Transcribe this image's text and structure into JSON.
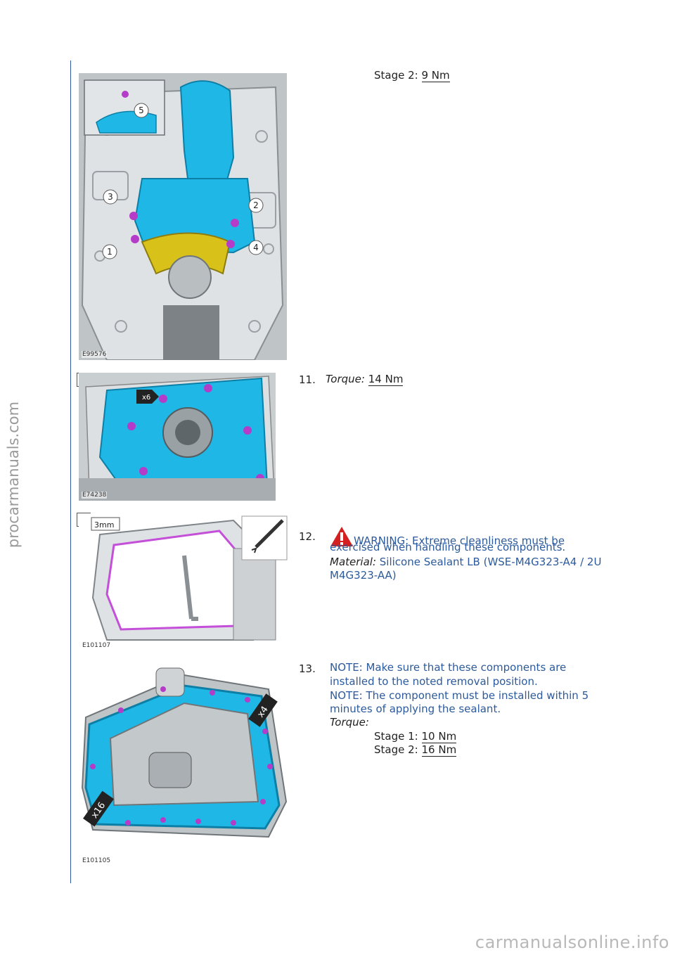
{
  "watermarks": {
    "side": "procarmanuals.com",
    "footer": "carmanualsonline.info"
  },
  "figures": [
    {
      "code": "E99576",
      "callouts": [
        "5",
        "3",
        "2",
        "1",
        "4"
      ]
    },
    {
      "code": "E74238",
      "tag": "x6"
    },
    {
      "code": "E101107",
      "tag": "3mm"
    },
    {
      "code": "E101105",
      "tags": [
        "x4",
        "x16"
      ]
    }
  ],
  "step10": {
    "stage2_label": "Stage 2:",
    "stage2_value": "9 Nm"
  },
  "step11": {
    "number": "11.",
    "torque_label": "Torque:",
    "torque_value": "14 Nm"
  },
  "step12": {
    "number": "12.",
    "warning_line1": "WARNING: Extreme cleanliness must be",
    "warning_line2": "exercised when handling these components.",
    "material_label": "Material:",
    "material_line1": "Silicone Sealant LB (WSE-M4G323-A4 / 2U",
    "material_line2": "M4G323-AA)"
  },
  "step13": {
    "number": "13.",
    "note1_line1": "NOTE: Make sure that these components are",
    "note1_line2": "installed to the noted removal position.",
    "note2_line1": "NOTE: The component must be installed within 5",
    "note2_line2": "minutes of applying the sealant.",
    "torque_label": "Torque:",
    "stage1_label": "Stage 1:",
    "stage1_value": "10 Nm",
    "stage2_label": "Stage 2:",
    "stage2_value": "16 Nm"
  },
  "colors": {
    "accent_blue": "#2c5a9c",
    "part_cyan": "#1fb8e6",
    "bolt_magenta": "#b43cc8",
    "warning_red": "#d42020"
  },
  "icons": [
    "zoom-icon",
    "warning-icon"
  ]
}
